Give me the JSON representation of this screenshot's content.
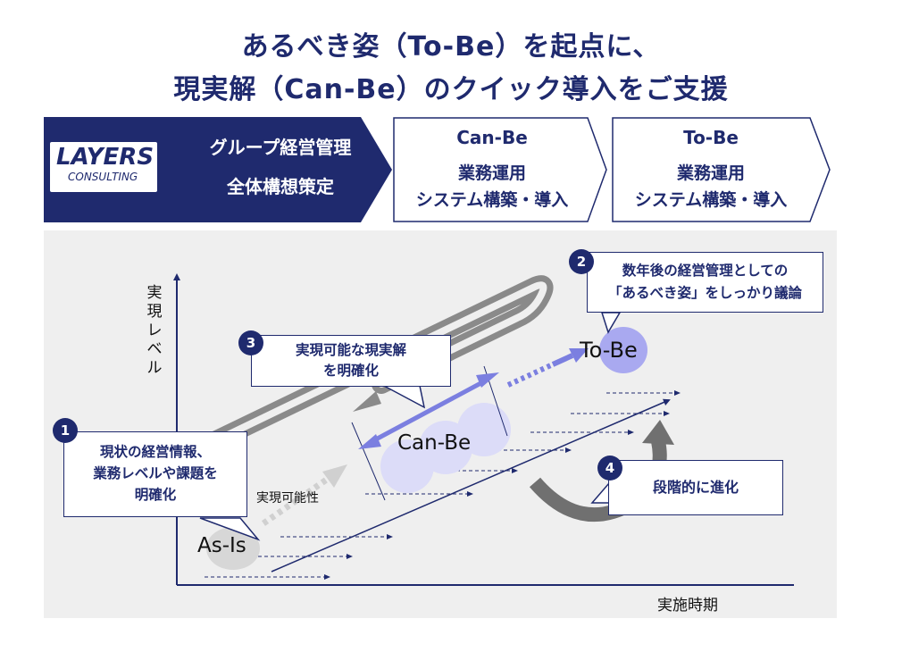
{
  "title": {
    "line1": "あるべき姿（To-Be）を起点に、",
    "line2": "現実解（Can-Be）のクイック導入をご支援"
  },
  "header": {
    "logo": {
      "main": "LAYERS",
      "sub": "CONSULTING"
    },
    "phase1": {
      "line1": "グループ経営管理",
      "line2": "全体構想策定"
    },
    "phase2": {
      "name": "Can-Be",
      "line1": "業務運用",
      "line2": "システム構築・導入"
    },
    "phase3": {
      "name": "To-Be",
      "line1": "業務運用",
      "line2": "システム構築・導入"
    }
  },
  "diagram": {
    "y_axis_label": "実現レベル",
    "x_axis_label": "実施時期",
    "as_is": "As-Is",
    "can_be": "Can-Be",
    "to_be": "To-Be",
    "feasibility": "実現可能性"
  },
  "callouts": [
    {
      "num": "1",
      "line1": "現状の経営情報、",
      "line2": "業務レベルや課題を",
      "line3": "明確化"
    },
    {
      "num": "2",
      "line1": "数年後の経営管理としての",
      "line2": "「あるべき姿」をしっかり議論"
    },
    {
      "num": "3",
      "line1": "実現可能な現実解",
      "line2": "を明確化"
    },
    {
      "num": "4",
      "line1": "段階的に進化"
    }
  ],
  "colors": {
    "navy": "#1f2a6e",
    "purple": "#7b7fe0",
    "light_purple": "#dcdcf8",
    "gray": "#7a7a7a"
  }
}
